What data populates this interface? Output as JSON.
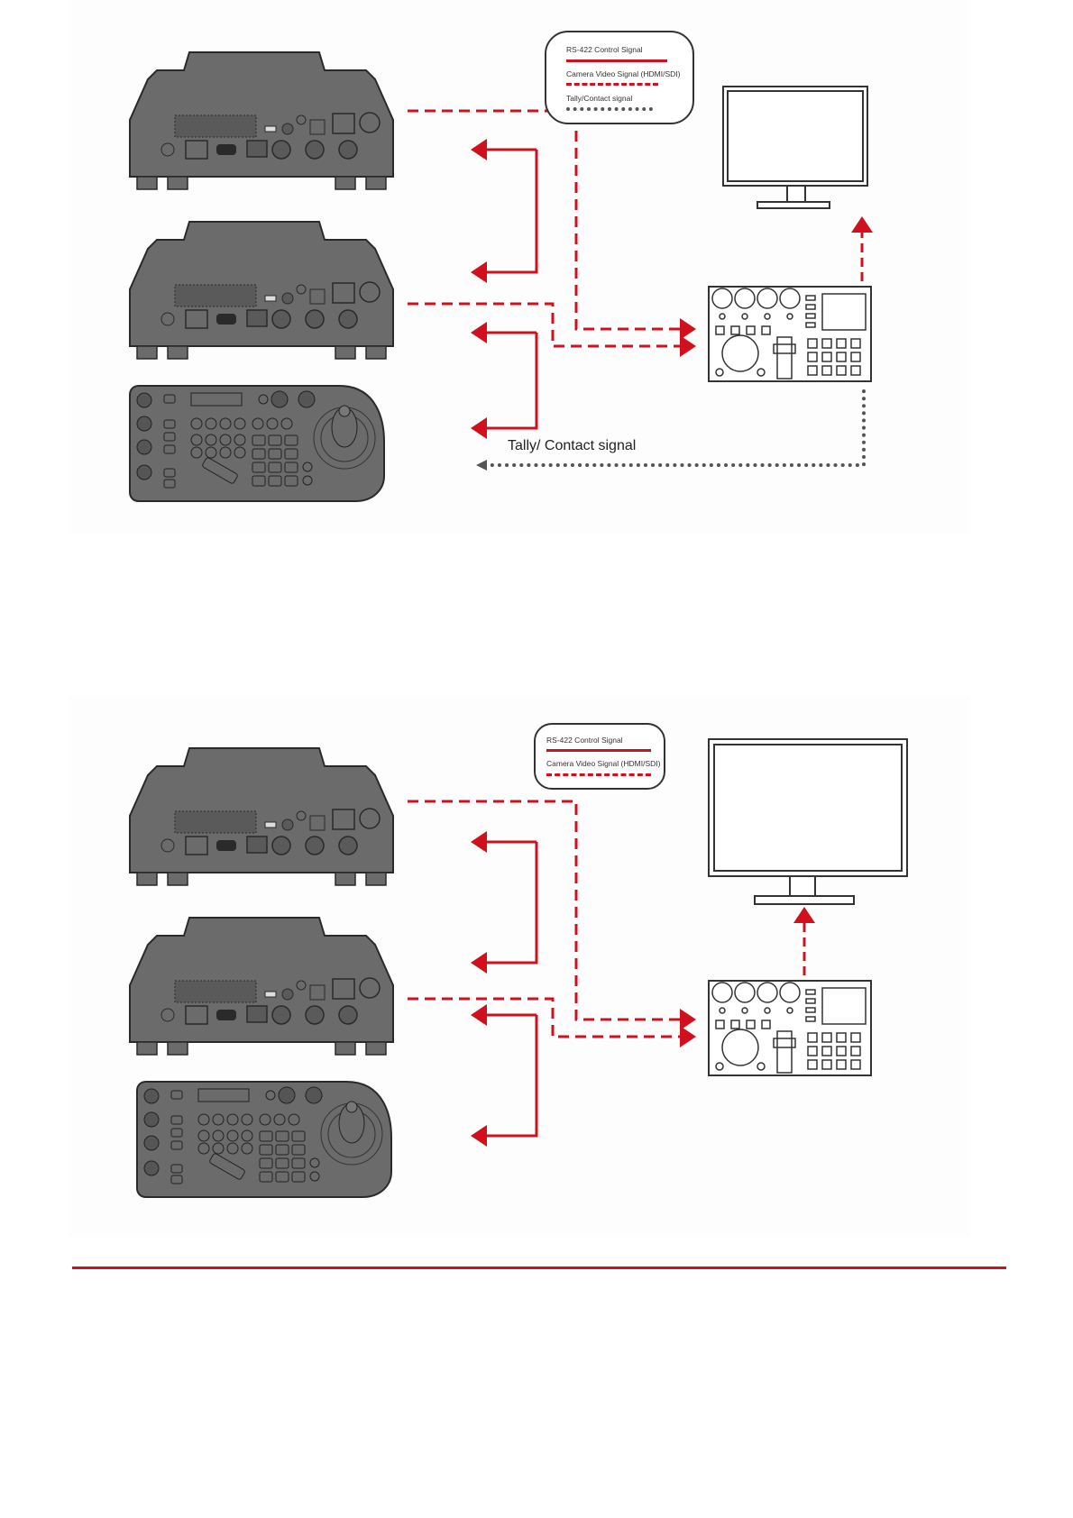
{
  "diagram1": {
    "legend": {
      "rs422": "RS-422 Control Signal",
      "video": "Camera Video Signal (HDMI/SDI)",
      "tally": "Tally/Contact signal"
    },
    "tally_label": "Tally/ Contact signal",
    "devices": [
      "camera-1",
      "camera-2",
      "ptz-controller-keyboard",
      "video-switcher",
      "monitor"
    ]
  },
  "diagram2": {
    "legend": {
      "rs422": "RS-422 Control Signal",
      "video": "Camera Video Signal (HDMI/SDI)"
    },
    "devices": [
      "camera-1",
      "camera-2",
      "ptz-controller-keyboard",
      "video-switcher",
      "monitor"
    ]
  },
  "colors": {
    "signal_red": "#d0101d",
    "tally_gray": "#555555",
    "device_gray": "#6b6b6b",
    "outline": "#333333"
  }
}
